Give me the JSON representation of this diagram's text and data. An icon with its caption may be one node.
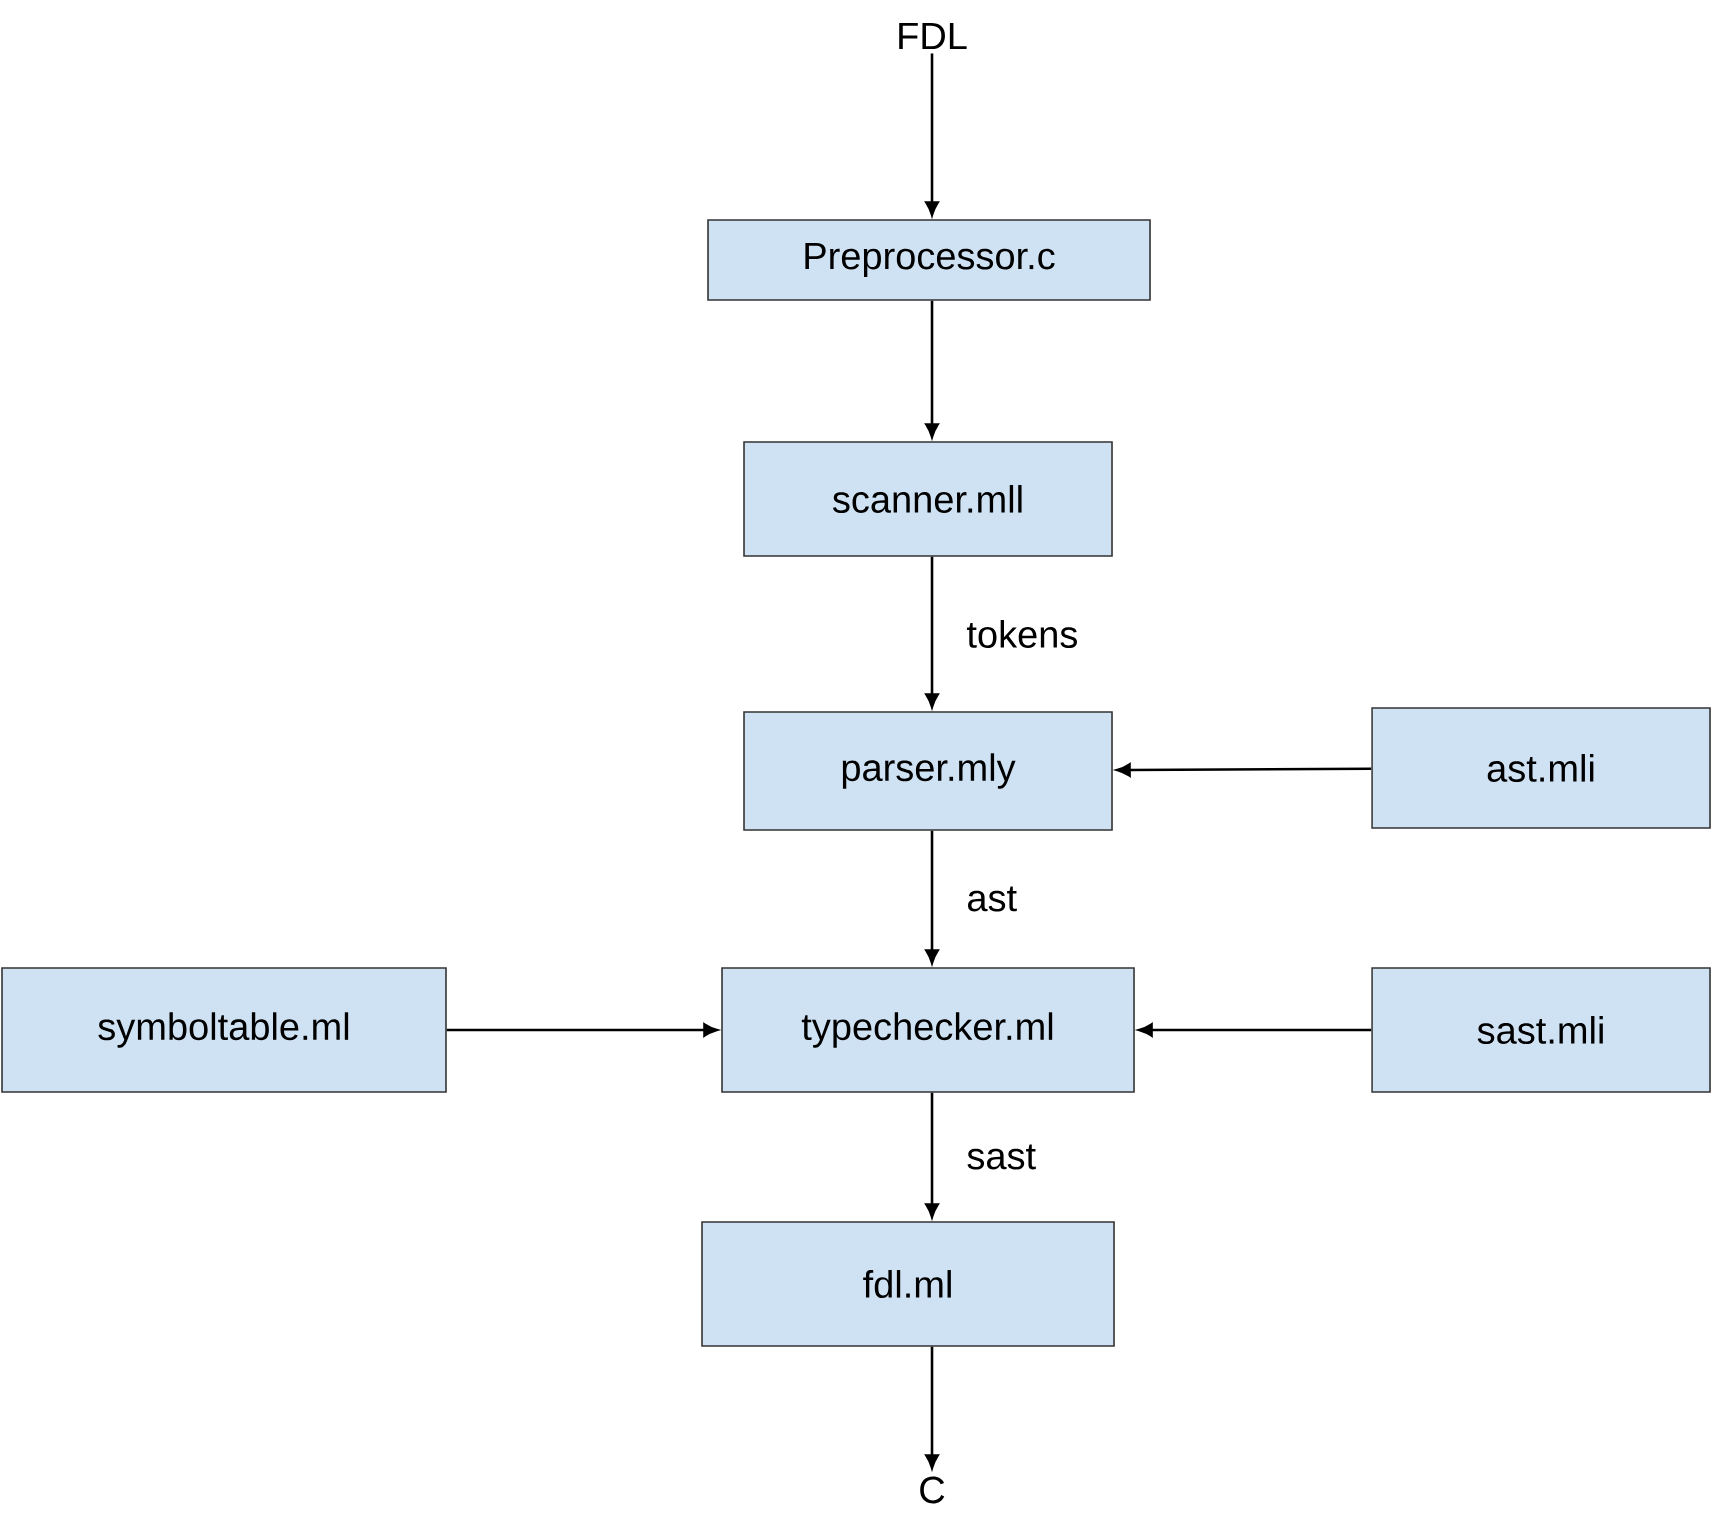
{
  "diagram": {
    "nodes": [
      {
        "text": [
          "FDL"
        ]
      },
      {
        "text": [
          "Preprocessor.c"
        ]
      },
      {
        "text": [
          "scanner.mll"
        ]
      },
      {
        "text": [
          "parser.mly"
        ]
      },
      {
        "text": [
          "ast.mli"
        ]
      },
      {
        "text": [
          "symboltable.ml"
        ]
      },
      {
        "text": [
          "typechecker.ml"
        ]
      },
      {
        "text": [
          "sast.mli"
        ]
      },
      {
        "text": [
          "fdl.ml"
        ]
      },
      {
        "text": [
          "C"
        ]
      }
    ],
    "edges": [
      {
        "from": 0,
        "to": 1,
        "arrow": "to"
      },
      {
        "from": 1,
        "to": 2,
        "arrow": "to"
      },
      {
        "from": 2,
        "to": 3,
        "arrow": "to",
        "label": "tokens"
      },
      {
        "from": 4,
        "to": 3,
        "arrow": "to"
      },
      {
        "from": 3,
        "to": 6,
        "arrow": "to",
        "label": "ast"
      },
      {
        "from": 5,
        "to": 6,
        "arrow": "to"
      },
      {
        "from": 7,
        "to": 6,
        "arrow": "to"
      },
      {
        "from": 6,
        "to": 8,
        "arrow": "to",
        "label": "sast"
      },
      {
        "from": 8,
        "to": 9,
        "arrow": "to"
      }
    ]
  }
}
